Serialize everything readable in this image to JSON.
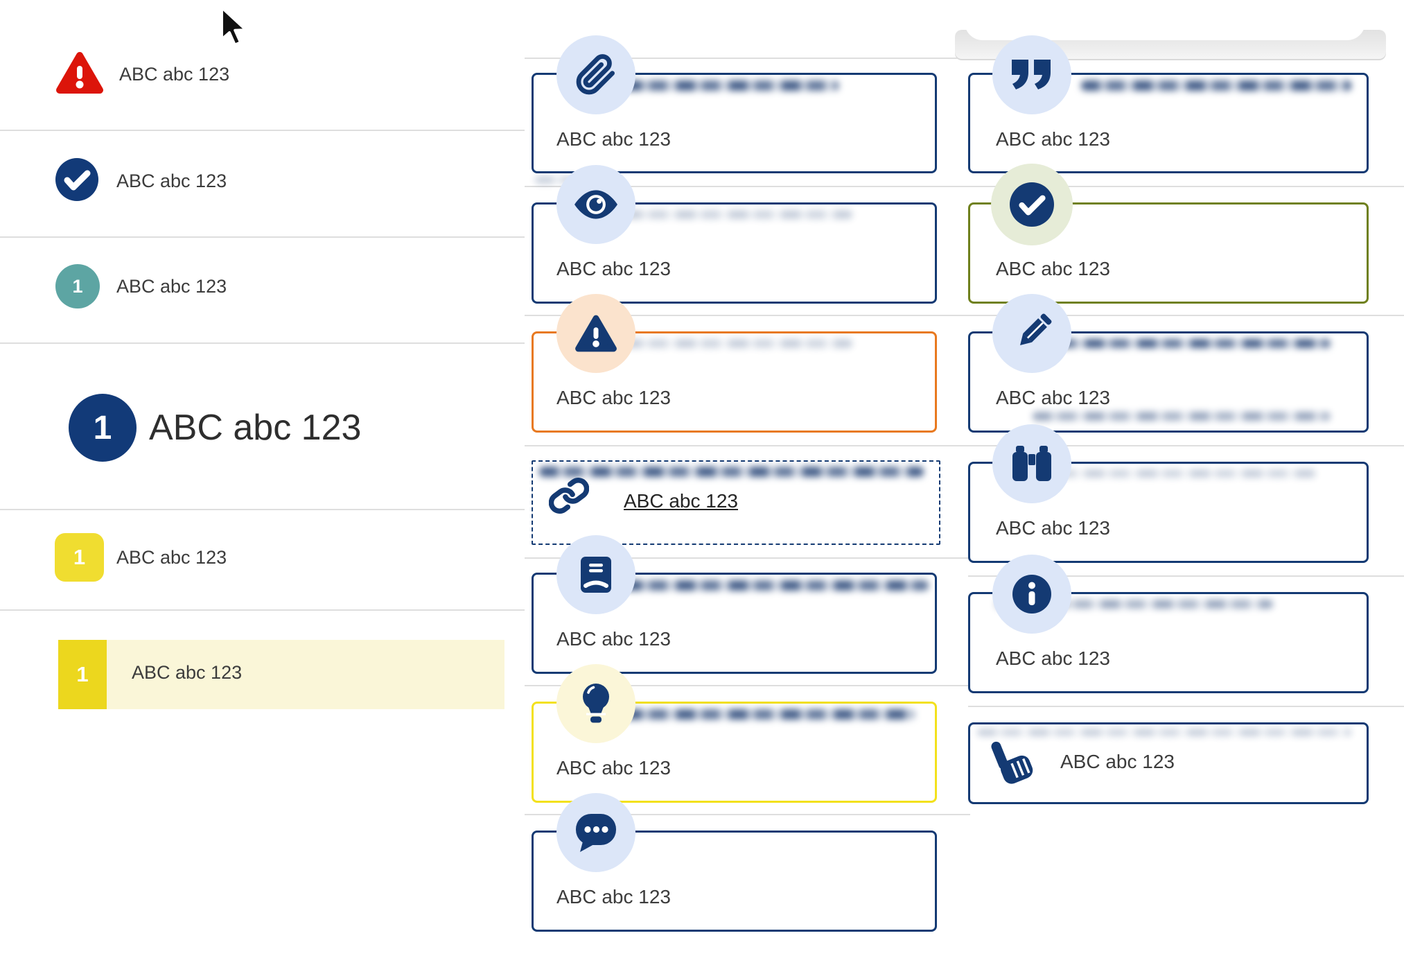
{
  "colors": {
    "navy": "#143a73",
    "red": "#dc150a",
    "teal": "#5da5a3",
    "yellow_badge": "#f0dd30",
    "yellow_badge_selected": "#ecd71e",
    "row_highlight": "#faf6d8",
    "orange_border": "#e8791f",
    "olive_border": "#6f801c",
    "yellow_border": "#f3e11c",
    "icon_circle_blue": "#dce6f8",
    "icon_circle_peach": "#fbe3cd",
    "icon_circle_sage": "#e6ecd7",
    "icon_circle_pale_yellow": "#fbf6d8",
    "divider": "#dedede",
    "text": "#3c3c3c"
  },
  "left_list": {
    "items": [
      {
        "icon": "alert-triangle-icon",
        "label": "ABC abc 123"
      },
      {
        "icon": "check-circle-icon",
        "label": "ABC abc 123"
      },
      {
        "icon": "number-badge-teal",
        "badge": "1",
        "label": "ABC abc 123"
      },
      {
        "icon": "number-badge-navy-large",
        "badge": "1",
        "label": "ABC abc 123"
      },
      {
        "icon": "number-badge-yellow",
        "badge": "1",
        "label": "ABC abc 123"
      },
      {
        "icon": "number-badge-yellow-selected",
        "badge": "1",
        "label": "ABC abc 123"
      }
    ]
  },
  "middle_list": {
    "items": [
      {
        "icon": "paperclip-icon",
        "label": "ABC abc 123"
      },
      {
        "icon": "eye-icon",
        "label": "ABC abc 123"
      },
      {
        "icon": "alert-triangle-icon",
        "label": "ABC abc 123"
      },
      {
        "icon": "link-icon",
        "label": "ABC abc 123"
      },
      {
        "icon": "book-icon",
        "label": "ABC abc 123"
      },
      {
        "icon": "lightbulb-icon",
        "label": "ABC abc 123"
      },
      {
        "icon": "comment-icon",
        "label": "ABC abc 123"
      }
    ]
  },
  "right_list": {
    "items": [
      {
        "icon": "quote-icon",
        "label": "ABC abc 123"
      },
      {
        "icon": "check-circle-icon",
        "label": "ABC abc 123"
      },
      {
        "icon": "pencil-icon",
        "label": "ABC abc 123"
      },
      {
        "icon": "binoculars-icon",
        "label": "ABC abc 123"
      },
      {
        "icon": "info-icon",
        "label": "ABC abc 123"
      },
      {
        "icon": "pointing-hand-icon",
        "label": "ABC abc 123"
      }
    ]
  }
}
